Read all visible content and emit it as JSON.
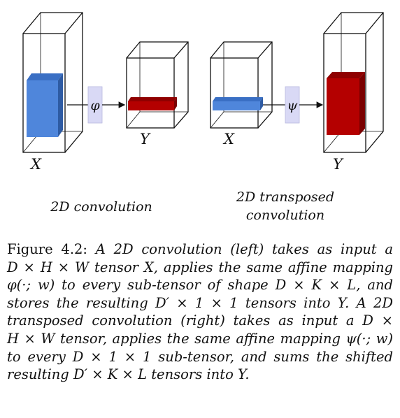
{
  "figure": {
    "left": {
      "input_label": "X",
      "map_label": "φ",
      "output_label": "Y",
      "caption": "2D convolution"
    },
    "right": {
      "input_label": "X",
      "map_label": "ψ",
      "output_label": "Y",
      "caption_line1": "2D transposed",
      "caption_line2": "convolution"
    },
    "colors": {
      "input_block": "#4f86db",
      "output_block": "#b40000",
      "map_box": "#d9d9f5"
    }
  },
  "caption": {
    "label": "Figure 4.2:",
    "lines": [
      "A 2D convolution (left) takes as input a",
      "D × H × W tensor X, applies the same affine mapping",
      "φ(·; w) to every sub-tensor of shape D × K × L, and",
      "stores the resulting D′ × 1 × 1 tensors into Y. A 2D",
      "transposed convolution (right) takes as input a D ×",
      "H × W tensor, applies the same affine mapping ψ(·; w)",
      "to every D × 1 × 1 sub-tensor, and sums the shifted",
      "resulting D′ × K × L tensors into Y."
    ]
  }
}
